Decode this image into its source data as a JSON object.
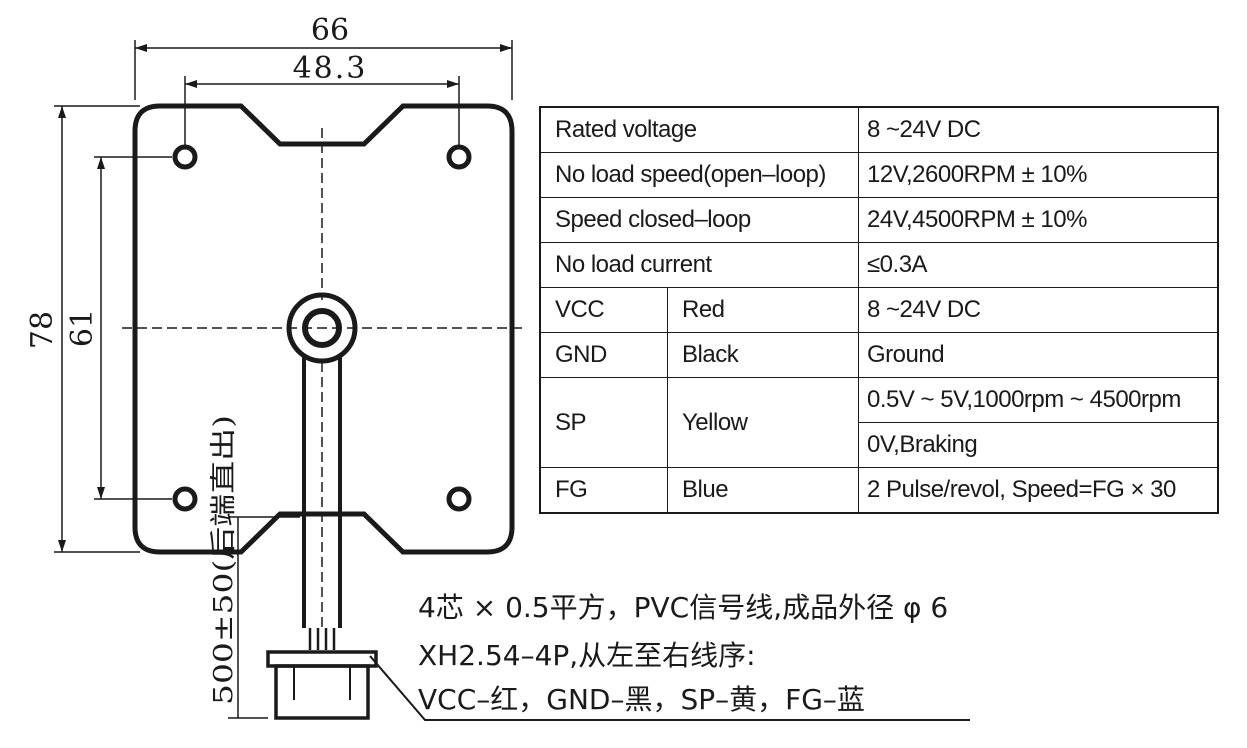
{
  "dimensions": {
    "width_total": "66",
    "hole_spacing_x": "48.3",
    "height_total": "78",
    "hole_spacing_y": "61",
    "cable_length": "500±50(后端直出)"
  },
  "spec_table": {
    "rows": [
      {
        "param": "Rated voltage",
        "value": "8 ~24V DC"
      },
      {
        "param": "No load speed(open–loop)",
        "value": "12V,2600RPM ± 10%"
      },
      {
        "param": "Speed closed–loop",
        "value": "24V,4500RPM ± 10%"
      },
      {
        "param": "No load current",
        "value": "≤0.3A"
      }
    ],
    "wires": [
      {
        "signal": "VCC",
        "color": "Red",
        "desc": "8 ~24V DC"
      },
      {
        "signal": "GND",
        "color": "Black",
        "desc": "Ground"
      },
      {
        "signal": "SP",
        "color": "Yellow",
        "desc": "0.5V ~ 5V,1000rpm ~ 4500rpm",
        "desc2": "0V,Braking"
      },
      {
        "signal": "FG",
        "color": "Blue",
        "desc": "2 Pulse/revol, Speed=FG × 30"
      }
    ]
  },
  "notes": {
    "line1": "4芯 × 0.5平方，PVC信号线,成品外径 φ 6",
    "line2": "XH2.54–4P,从左至右线序:",
    "line3": "VCC–红，GND–黑，SP–黄，FG–蓝"
  }
}
